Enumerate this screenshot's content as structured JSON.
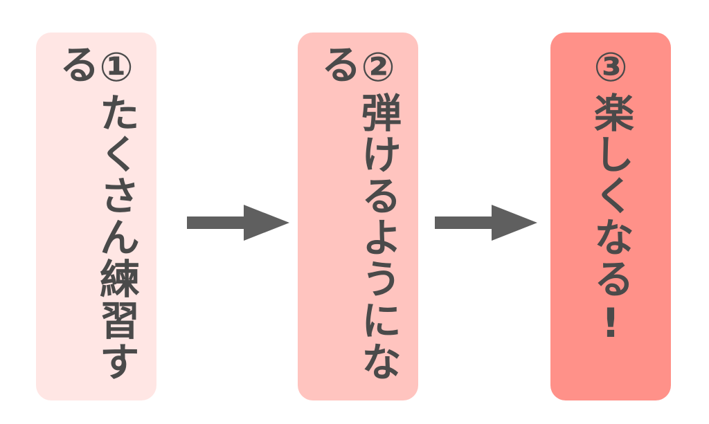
{
  "steps": [
    {
      "text": "①たくさん練習する",
      "color": "#ffe6e4"
    },
    {
      "text": "②弾けるようになる",
      "color": "#ffc4bf"
    },
    {
      "text": "③楽しくなる!",
      "color": "#ff9189"
    }
  ],
  "colors": {
    "text": "#4a4a4a",
    "arrow": "#5f5f5f",
    "background": "#ffffff"
  }
}
